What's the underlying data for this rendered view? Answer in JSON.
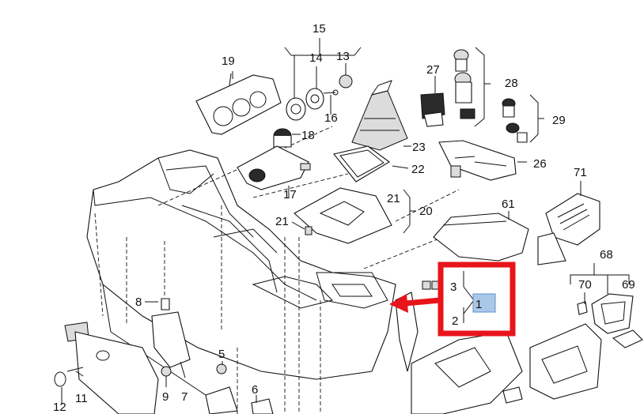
{
  "callouts": {
    "c1": "1",
    "c2": "2",
    "c3": "3",
    "c5": "5",
    "c6": "6",
    "c7": "7",
    "c8": "8",
    "c9": "9",
    "c11": "11",
    "c12": "12",
    "c13": "13",
    "c14": "14",
    "c15": "15",
    "c16": "16",
    "c17": "17",
    "c18": "18",
    "c19": "19",
    "c20": "20",
    "c21a": "21",
    "c21b": "21",
    "c22": "22",
    "c23": "23",
    "c26": "26",
    "c27": "27",
    "c28": "28",
    "c29": "29",
    "c61": "61",
    "c68": "68",
    "c69": "69",
    "c70": "70",
    "c71": "71"
  },
  "colors": {
    "highlight_frame": "#e8141b",
    "selected_fill": "#a9c8e8",
    "selected_stroke": "#5b8fc9",
    "arrow": "#e8141b"
  }
}
